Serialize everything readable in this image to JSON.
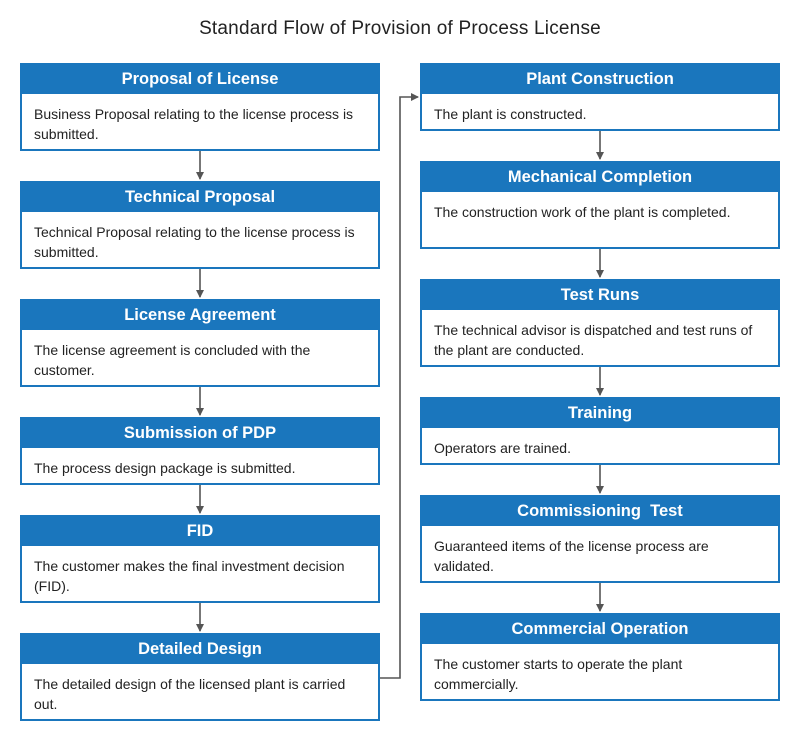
{
  "title": "Standard Flow of Provision of Process License",
  "colors": {
    "accent": "#1a76bd",
    "connector": "#555555",
    "text": "#222222"
  },
  "left_column": [
    {
      "title": "Proposal of License",
      "text": "Business Proposal relating to the license process is submitted."
    },
    {
      "title": "Technical Proposal",
      "text": "Technical Proposal relating to the license process is submitted."
    },
    {
      "title": "License Agreement",
      "text": "The license agreement is concluded with the customer."
    },
    {
      "title": "Submission of PDP",
      "text": "The process design package is submitted."
    },
    {
      "title": "FID",
      "text": "The customer makes the final investment decision (FID)."
    },
    {
      "title": "Detailed Design",
      "text": "The detailed design of the licensed plant is carried out."
    }
  ],
  "right_column": [
    {
      "title": "Plant Construction",
      "text": "The plant is constructed."
    },
    {
      "title": "Mechanical Completion",
      "text": "The construction work of the plant is completed."
    },
    {
      "title": "Test Runs",
      "text": "The technical advisor is dispatched and test runs of the plant are conducted."
    },
    {
      "title": "Training",
      "text": "Operators are trained."
    },
    {
      "title": "Commissioning  Test",
      "text": "Guaranteed items of the license process are validated."
    },
    {
      "title": "Commercial Operation",
      "text": "The customer starts to operate the plant commercially."
    }
  ]
}
